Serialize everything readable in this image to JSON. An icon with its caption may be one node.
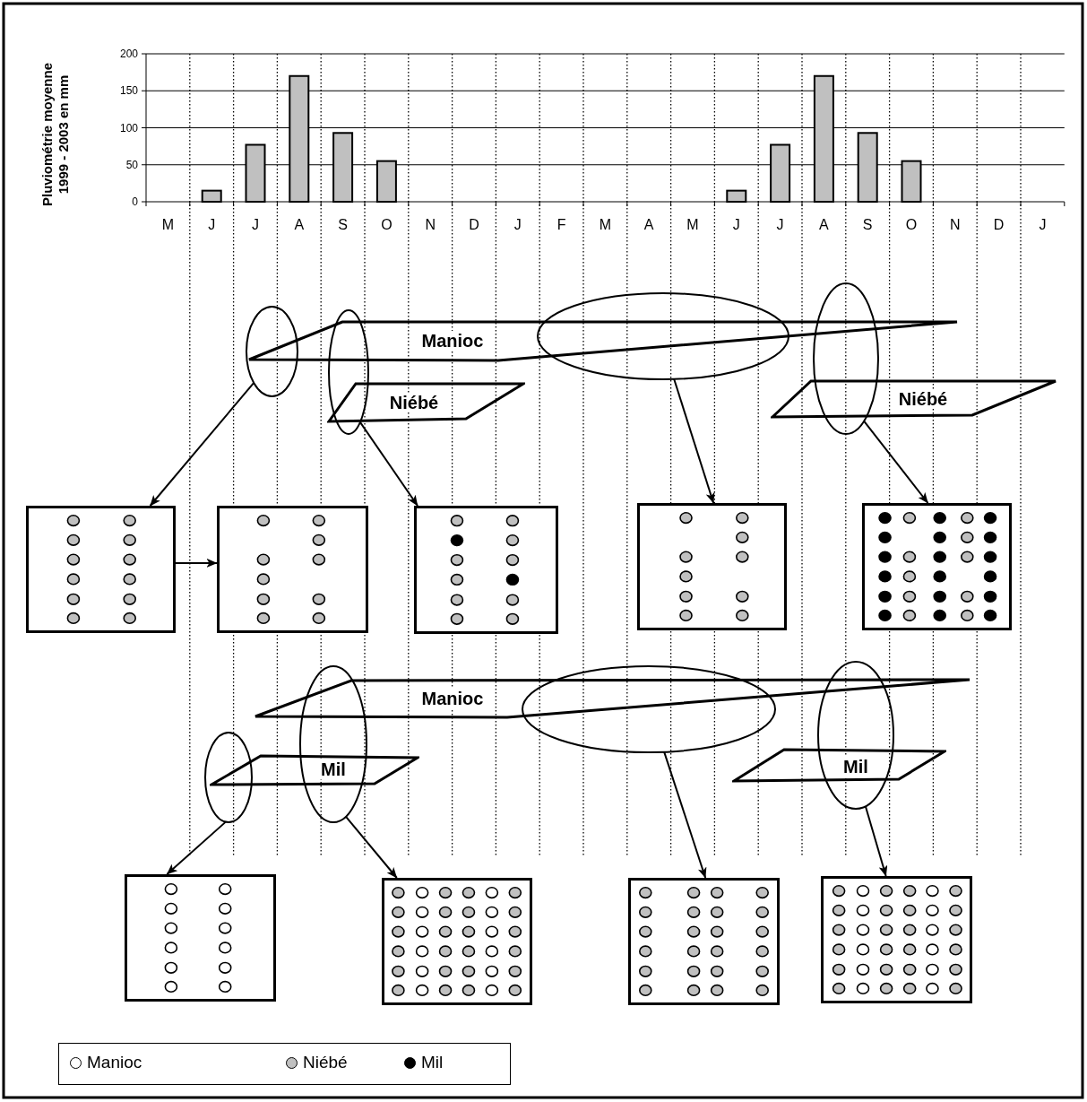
{
  "diagram": {
    "nodes": [
      {
        "text": [
          "Manioc"
        ]
      },
      {
        "text": [
          "Niébé"
        ]
      },
      {
        "text": [
          "Niébé"
        ]
      },
      {
        "text": [],
        "shape": "ellipse"
      },
      {
        "text": [],
        "shape": "ellipse"
      },
      {
        "text": [],
        "shape": "ellipse"
      },
      {
        "text": [],
        "shape": "ellipse"
      },
      {
        "text": [],
        "shape": "box"
      },
      {
        "text": [],
        "shape": "box"
      },
      {
        "text": [],
        "shape": "box"
      },
      {
        "text": [],
        "shape": "box"
      },
      {
        "text": [],
        "shape": "box"
      },
      {
        "text": [
          "Manioc"
        ]
      },
      {
        "text": [
          "Mil"
        ]
      },
      {
        "text": [
          "Mil"
        ]
      },
      {
        "text": [],
        "shape": "ellipse"
      },
      {
        "text": [],
        "shape": "ellipse"
      },
      {
        "text": [],
        "shape": "ellipse"
      },
      {
        "text": [],
        "shape": "ellipse"
      },
      {
        "text": [],
        "shape": "box"
      },
      {
        "text": [],
        "shape": "box"
      },
      {
        "text": [],
        "shape": "box"
      },
      {
        "text": [],
        "shape": "box"
      }
    ],
    "edges": [
      {
        "from": 3,
        "to": 7,
        "arrow": "to"
      },
      {
        "from": 7,
        "to": 8,
        "arrow": "to"
      },
      {
        "from": 4,
        "to": 9,
        "arrow": "to"
      },
      {
        "from": 5,
        "to": 10,
        "arrow": "to"
      },
      {
        "from": 6,
        "to": 11,
        "arrow": "to"
      },
      {
        "from": 15,
        "to": 19,
        "arrow": "to"
      },
      {
        "from": 16,
        "to": 20,
        "arrow": "to"
      },
      {
        "from": 17,
        "to": 21,
        "arrow": "to"
      },
      {
        "from": 18,
        "to": 22,
        "arrow": "to"
      }
    ],
    "legend": [
      {
        "text": "Manioc",
        "color": "#ffffff"
      },
      {
        "text": "Niébé",
        "color": "#c0c0c0"
      },
      {
        "text": "Mil",
        "color": "#000000"
      }
    ],
    "chart_data": {
      "type": "bar",
      "ylabel": "Pluviométrie moyenne 1999 - 2003 en mm",
      "categories": [
        "M",
        "J",
        "J",
        "A",
        "S",
        "O",
        "N",
        "D",
        "J",
        "F",
        "M",
        "A",
        "M",
        "J",
        "J",
        "A",
        "S",
        "O",
        "N",
        "D",
        "J"
      ],
      "values": [
        null,
        15,
        77,
        170,
        93,
        55,
        null,
        null,
        null,
        null,
        null,
        null,
        null,
        15,
        77,
        170,
        93,
        55,
        null,
        null,
        null
      ],
      "ylim": [
        0,
        200
      ],
      "yticks": [
        0,
        50,
        100,
        150,
        200
      ],
      "grid": true
    }
  }
}
